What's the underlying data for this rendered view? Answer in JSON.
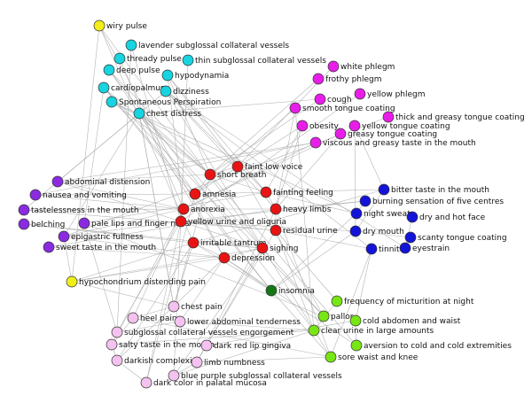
{
  "colors": {
    "yellow": "#f2ee17",
    "cyan": "#16d4e0",
    "magenta": "#e81ee8",
    "purple": "#8a2be0",
    "red": "#e81414",
    "blue": "#1414d8",
    "darkgreen": "#147814",
    "green": "#78e614",
    "pink": "#f4c2ee"
  },
  "nodes": [
    {
      "id": "wiry-pulse",
      "label": "wiry pulse",
      "color": "yellow"
    },
    {
      "id": "lavender-sublingual",
      "label": "lavender subglossal collateral vessels",
      "color": "cyan"
    },
    {
      "id": "thready-pulse",
      "label": "thready pulse",
      "color": "cyan"
    },
    {
      "id": "thin-sublingual",
      "label": "thin subglossal collateral vessels",
      "color": "cyan"
    },
    {
      "id": "deep-pulse",
      "label": "deep pulse",
      "color": "cyan"
    },
    {
      "id": "hypodynamia",
      "label": "hypodynamia",
      "color": "cyan"
    },
    {
      "id": "cardiopalmus",
      "label": "cardiopalmus",
      "color": "cyan"
    },
    {
      "id": "dizziness",
      "label": "dizziness",
      "color": "cyan"
    },
    {
      "id": "spontaneous-perspiration",
      "label": "Spontaneous Perspiration",
      "color": "cyan"
    },
    {
      "id": "chest-distress",
      "label": "chest distress",
      "color": "cyan"
    },
    {
      "id": "white-phlegm",
      "label": "white phlegm",
      "color": "magenta"
    },
    {
      "id": "frothy-phlegm",
      "label": "frothy phlegm",
      "color": "magenta"
    },
    {
      "id": "cough",
      "label": "cough",
      "color": "magenta"
    },
    {
      "id": "yellow-phlegm",
      "label": "yellow phlegm",
      "color": "magenta"
    },
    {
      "id": "smooth-tongue-coating",
      "label": "smooth tongue coating",
      "color": "magenta"
    },
    {
      "id": "thick-greasy-coating",
      "label": "thick and greasy tongue coating",
      "color": "magenta"
    },
    {
      "id": "yellow-tongue-coating",
      "label": "yellow tongue coating",
      "color": "magenta"
    },
    {
      "id": "obesity",
      "label": "obesity",
      "color": "magenta"
    },
    {
      "id": "greasy-tongue-coating",
      "label": "greasy tongue coating",
      "color": "magenta"
    },
    {
      "id": "viscous-greasy-taste",
      "label": "viscous and greasy taste in the mouth",
      "color": "magenta"
    },
    {
      "id": "abdominal-distension",
      "label": "abdominal distension",
      "color": "purple"
    },
    {
      "id": "nausea-vomiting",
      "label": "nausea and vomiting",
      "color": "purple"
    },
    {
      "id": "tastelessness",
      "label": "tastelessness in the mouth",
      "color": "purple"
    },
    {
      "id": "belching",
      "label": "belching",
      "color": "purple"
    },
    {
      "id": "pale-lips",
      "label": "pale lips and finger nails",
      "color": "purple"
    },
    {
      "id": "epigastric-fullness",
      "label": "epigastric fullness",
      "color": "purple"
    },
    {
      "id": "sweet-taste",
      "label": "sweet taste in the mouth",
      "color": "purple"
    },
    {
      "id": "faint-low-voice",
      "label": "faint low voice",
      "color": "red"
    },
    {
      "id": "short-breath",
      "label": "short breath",
      "color": "red"
    },
    {
      "id": "amnesia",
      "label": "amnesia",
      "color": "red"
    },
    {
      "id": "fainting-feeling",
      "label": "fainting feeling",
      "color": "red"
    },
    {
      "id": "anorexia",
      "label": "anorexia",
      "color": "red"
    },
    {
      "id": "heavy-limbs",
      "label": "heavy limbs",
      "color": "red"
    },
    {
      "id": "yellow-urine",
      "label": "yellow urine and oliguria",
      "color": "red"
    },
    {
      "id": "residual-urine",
      "label": "residual urine",
      "color": "red"
    },
    {
      "id": "irritable-tantrum",
      "label": "irritable tantrum",
      "color": "red"
    },
    {
      "id": "sighing",
      "label": "sighing",
      "color": "red"
    },
    {
      "id": "depression",
      "label": "depression",
      "color": "red"
    },
    {
      "id": "bitter-taste",
      "label": "bitter taste in the mouth",
      "color": "blue"
    },
    {
      "id": "burning-sensation",
      "label": "burning sensation of five centres",
      "color": "blue"
    },
    {
      "id": "night-sweat",
      "label": "night sweat",
      "color": "blue"
    },
    {
      "id": "dry-hot-face",
      "label": "dry and hot face",
      "color": "blue"
    },
    {
      "id": "dry-mouth",
      "label": "dry mouth",
      "color": "blue"
    },
    {
      "id": "scanty-tongue-coating",
      "label": "scanty tongue coating",
      "color": "blue"
    },
    {
      "id": "tinnitus",
      "label": "tinnitus",
      "color": "blue"
    },
    {
      "id": "eyestrain",
      "label": "eyestrain",
      "color": "blue"
    },
    {
      "id": "hypochondrium-pain",
      "label": "hypochondrium distending pain",
      "color": "yellow"
    },
    {
      "id": "insomnia",
      "label": "insomnia",
      "color": "darkgreen"
    },
    {
      "id": "frequency-micturition",
      "label": "frequency of micturition at night",
      "color": "green"
    },
    {
      "id": "pallor",
      "label": "pallor",
      "color": "green"
    },
    {
      "id": "cold-abdomen",
      "label": "cold abdomen and waist",
      "color": "green"
    },
    {
      "id": "clear-urine",
      "label": "clear urine in large amounts",
      "color": "green"
    },
    {
      "id": "aversion-cold",
      "label": "aversion to cold and cold extremities",
      "color": "green"
    },
    {
      "id": "sore-waist",
      "label": "sore waist and knee",
      "color": "green"
    },
    {
      "id": "chest-pain",
      "label": "chest pain",
      "color": "pink"
    },
    {
      "id": "heel-pain",
      "label": "heel pain",
      "color": "pink"
    },
    {
      "id": "lower-abdominal-tenderness",
      "label": "lower abdominal tenderness",
      "color": "pink"
    },
    {
      "id": "sublingual-engorgement",
      "label": "subglossal collateral vessels engorgement",
      "color": "pink"
    },
    {
      "id": "salty-taste",
      "label": "salty taste in the mouth",
      "color": "pink"
    },
    {
      "id": "dark-red-lip",
      "label": "dark red lip gingiva",
      "color": "pink"
    },
    {
      "id": "darkish-complexion",
      "label": "darkish complexion",
      "color": "pink"
    },
    {
      "id": "limb-numbness",
      "label": "limb numbness",
      "color": "pink"
    },
    {
      "id": "blue-purple-sublingual",
      "label": "blue purple subglossal collateral vessels",
      "color": "pink"
    },
    {
      "id": "dark-palatal-mucosa",
      "label": "dark color in palatal mucosa",
      "color": "pink"
    }
  ]
}
